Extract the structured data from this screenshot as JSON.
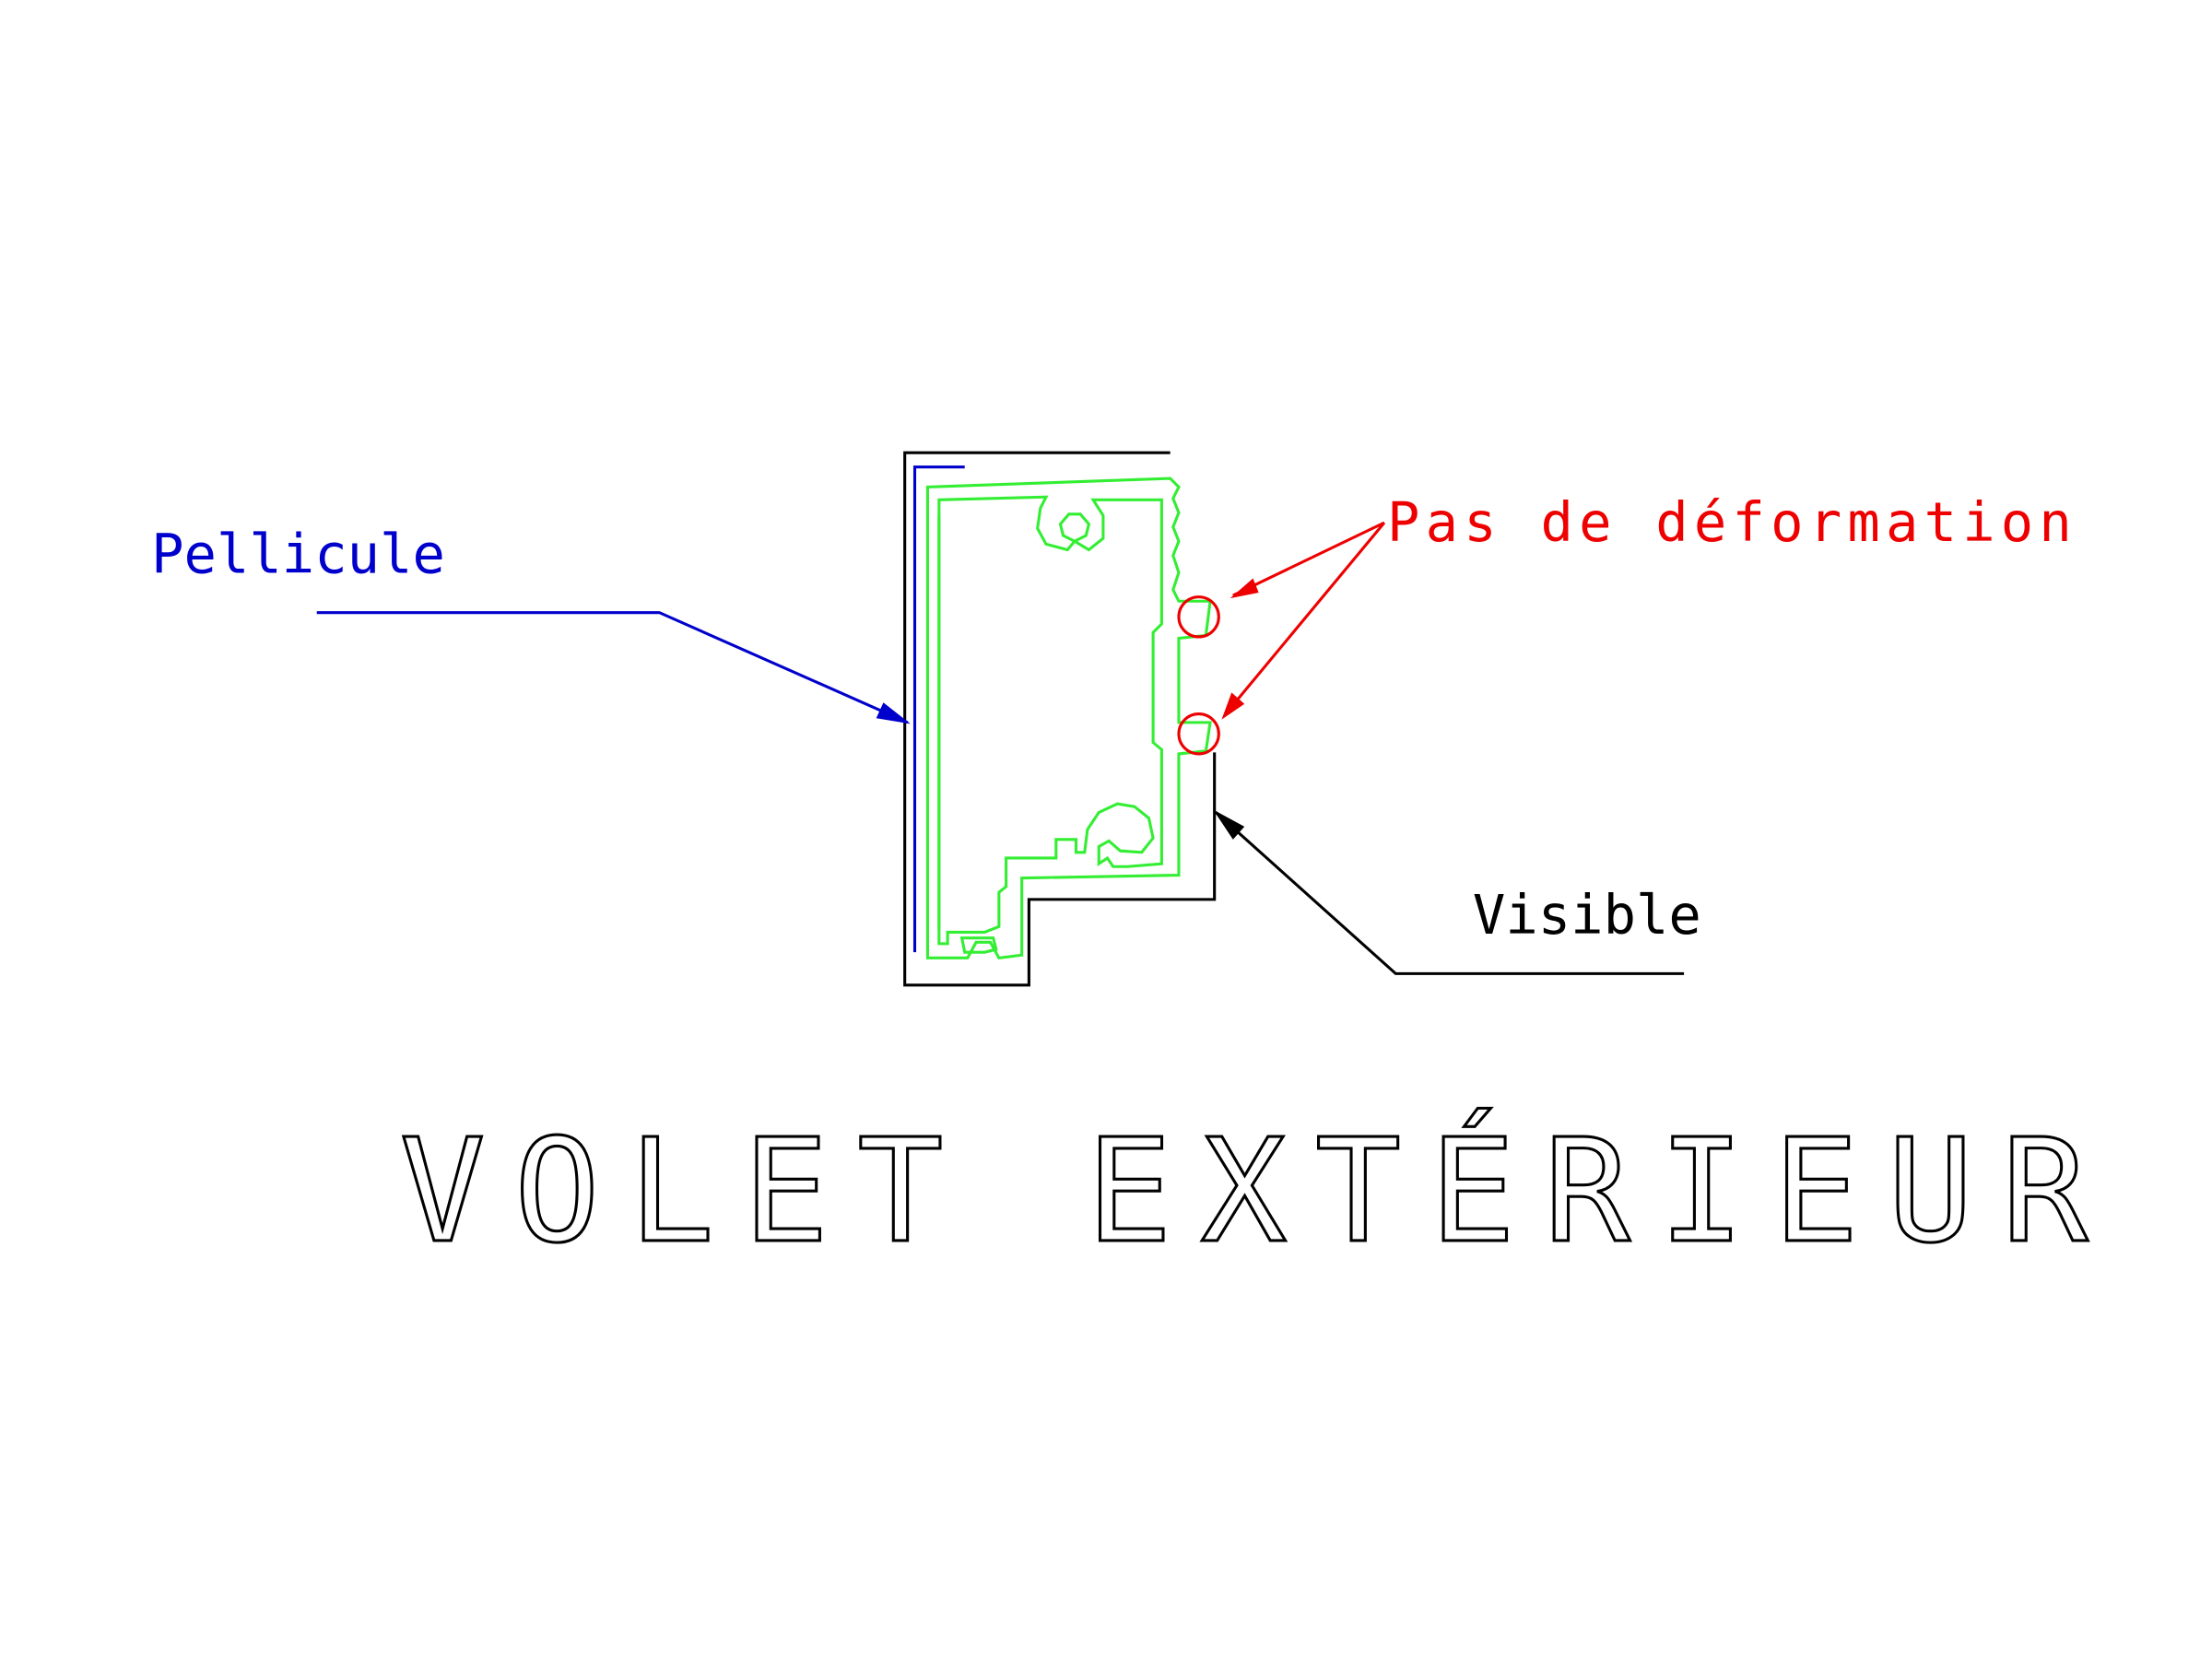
{
  "labels": {
    "film": "Pellicule",
    "no_deformation": "Pas de déformation",
    "visible": "Visible",
    "title": "VOLET EXTÉRIEUR"
  },
  "colors": {
    "background": "#ffffff",
    "outline": "#000000",
    "profile": "#33ee33",
    "film": "#0000cc",
    "annotation": "#ee0000"
  }
}
